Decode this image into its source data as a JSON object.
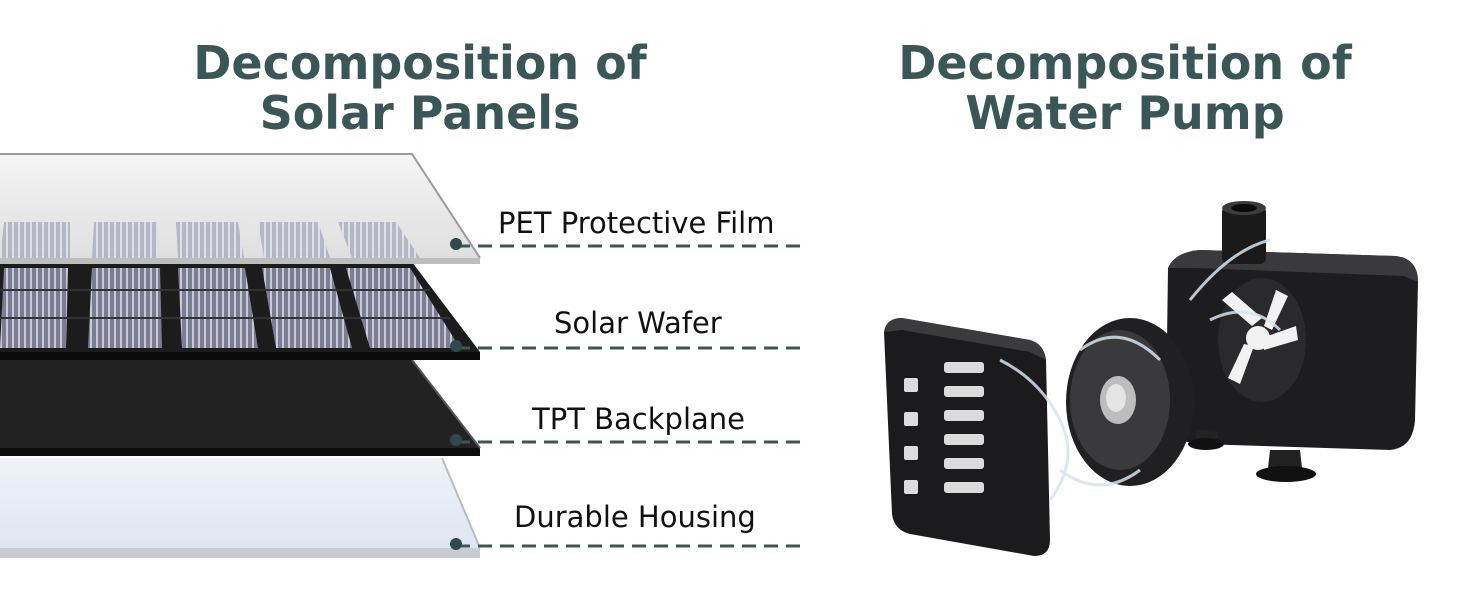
{
  "solar_section": {
    "title_line1": "Decomposition of",
    "title_line2": "Solar Panels",
    "layers": [
      {
        "label": "PET Protective Film"
      },
      {
        "label": "Solar Wafer"
      },
      {
        "label": "TPT Backplane"
      },
      {
        "label": "Durable Housing"
      }
    ]
  },
  "pump_section": {
    "title_line1": "Decomposition of",
    "title_line2": "Water Pump"
  },
  "colors": {
    "title": "#3a5656",
    "leader_line": "#3a5656",
    "cell": "#8a8aa0",
    "backplane": "#1a1a1a",
    "housing": "#e6ecf5"
  }
}
